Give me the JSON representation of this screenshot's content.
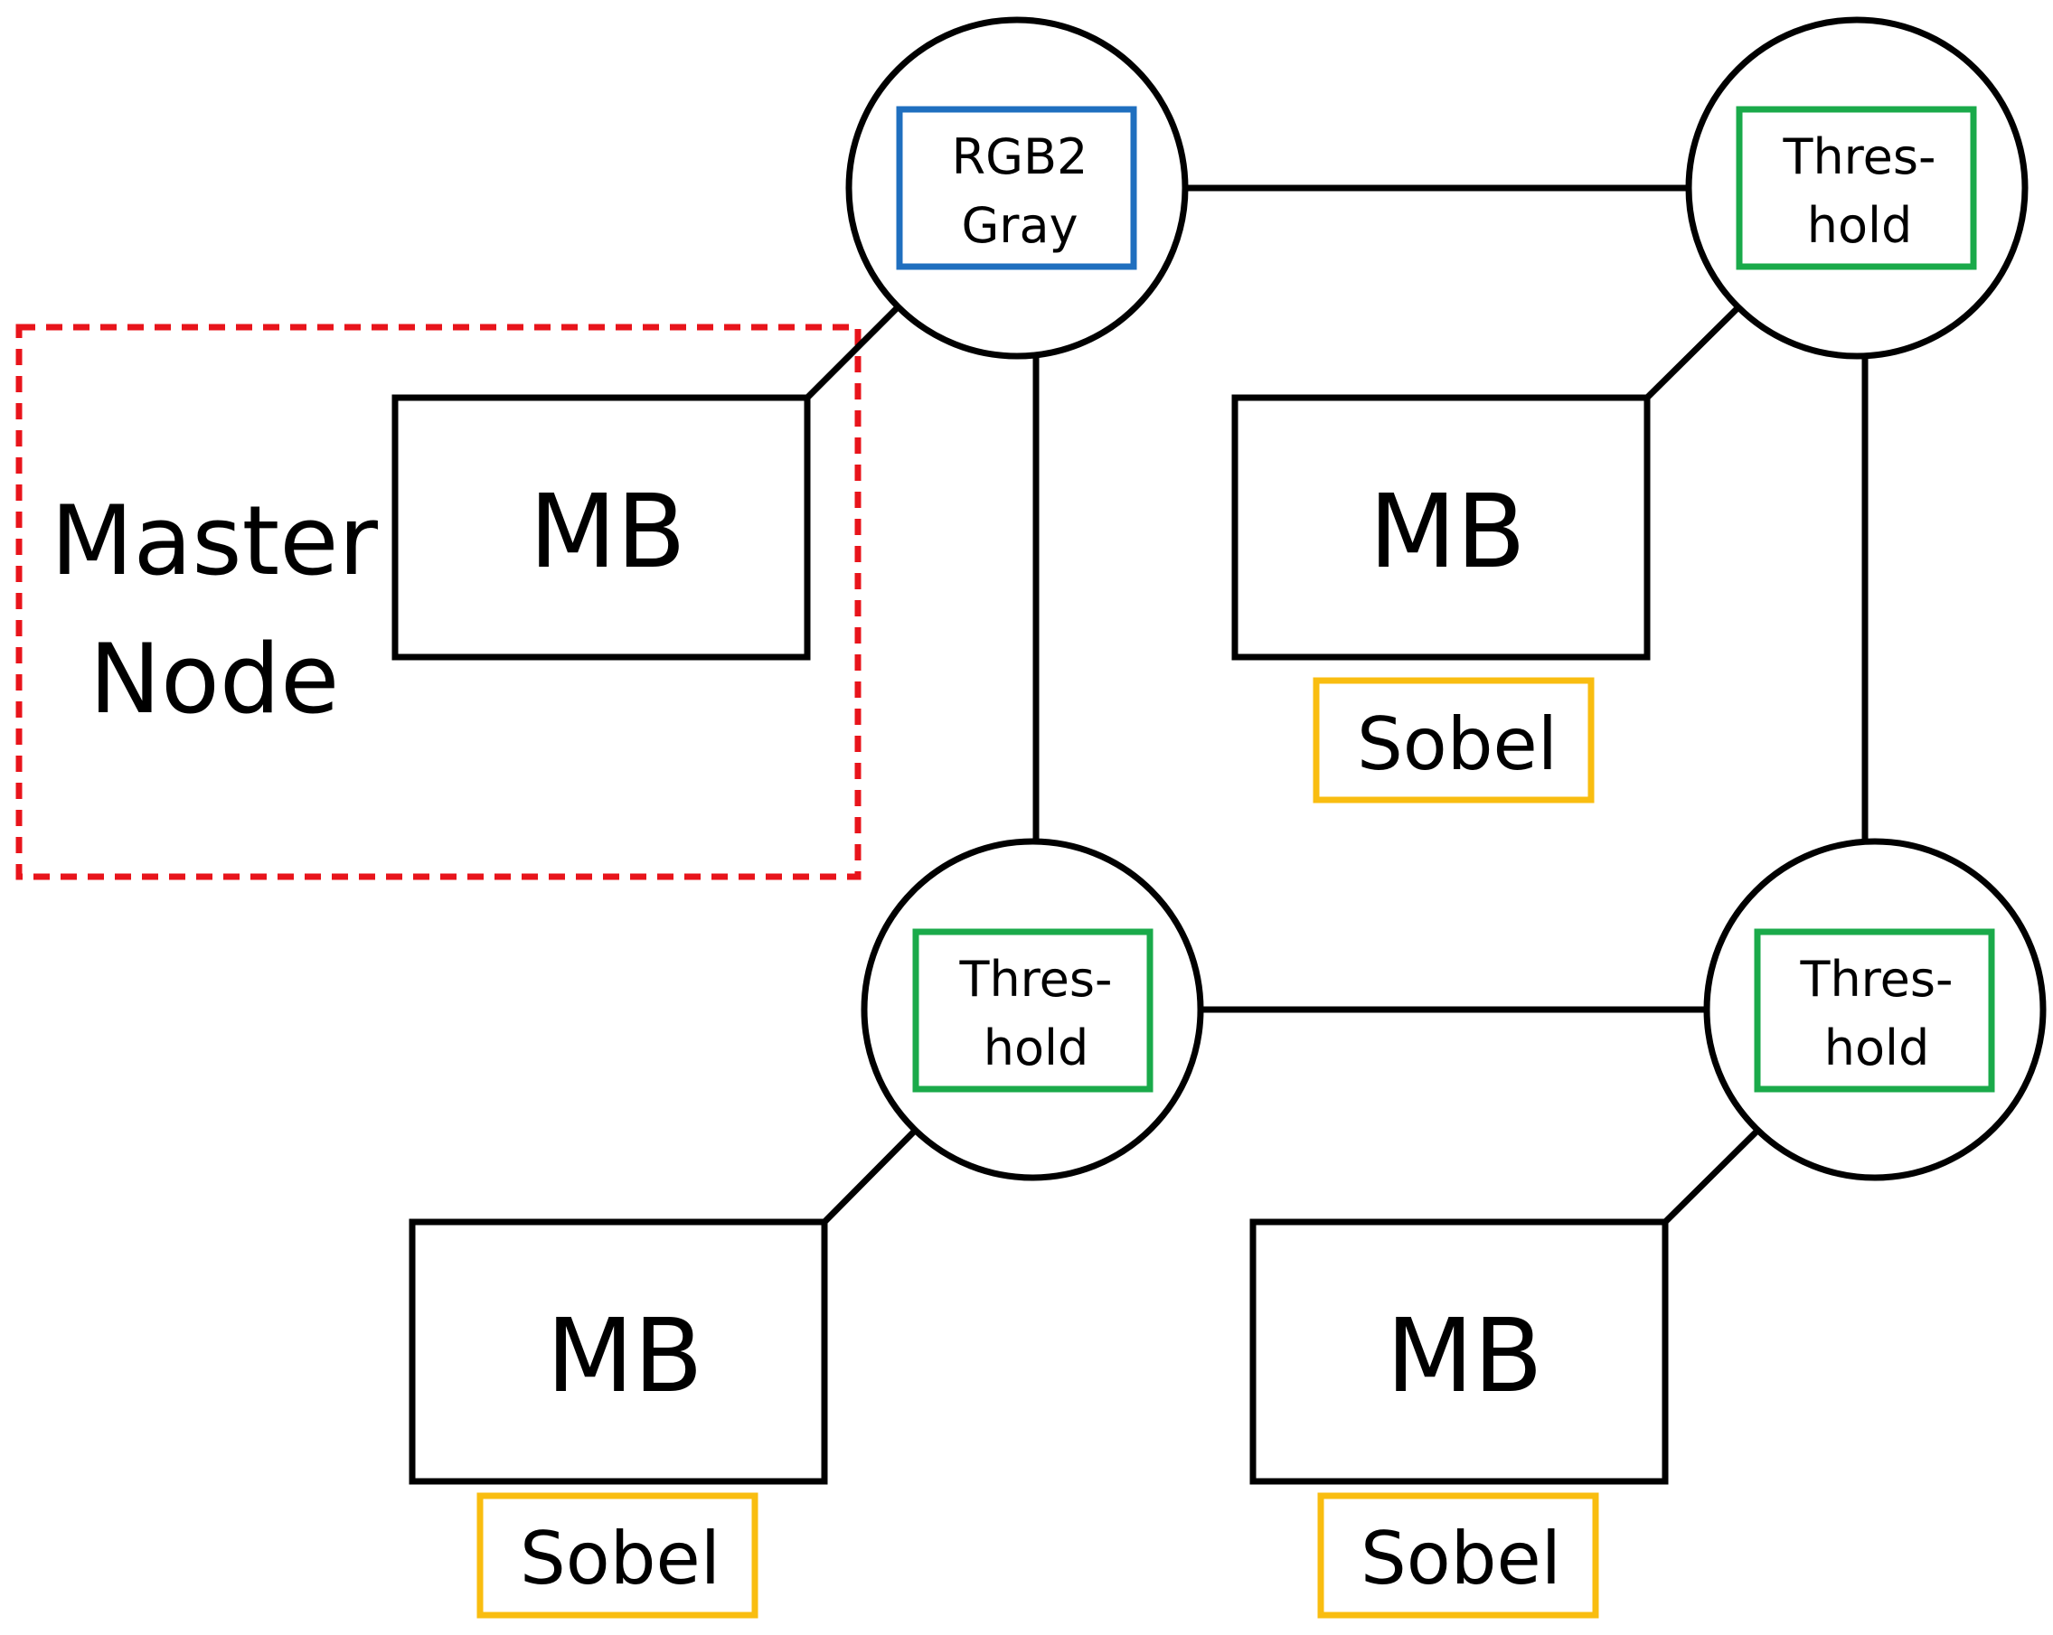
{
  "colors": {
    "line": "#000000",
    "master_border": "#e8141b",
    "rgb2gray_border": "#1f6fbf",
    "threshold_border": "#1aaa4a",
    "sobel_border": "#f9bd10"
  },
  "master_node": {
    "label_line1": "Master",
    "label_line2": "Node"
  },
  "compute_nodes": {
    "top_left": {
      "line1": "RGB2",
      "line2": "Gray"
    },
    "top_right": {
      "line1": "Thres-",
      "line2": "hold"
    },
    "bottom_left": {
      "line1": "Thres-",
      "line2": "hold"
    },
    "bottom_right": {
      "line1": "Thres-",
      "line2": "hold"
    }
  },
  "boards": {
    "top_left": {
      "label": "MB"
    },
    "top_right": {
      "label": "MB",
      "task": "Sobel"
    },
    "bottom_left": {
      "label": "MB",
      "task": "Sobel"
    },
    "bottom_right": {
      "label": "MB",
      "task": "Sobel"
    }
  }
}
